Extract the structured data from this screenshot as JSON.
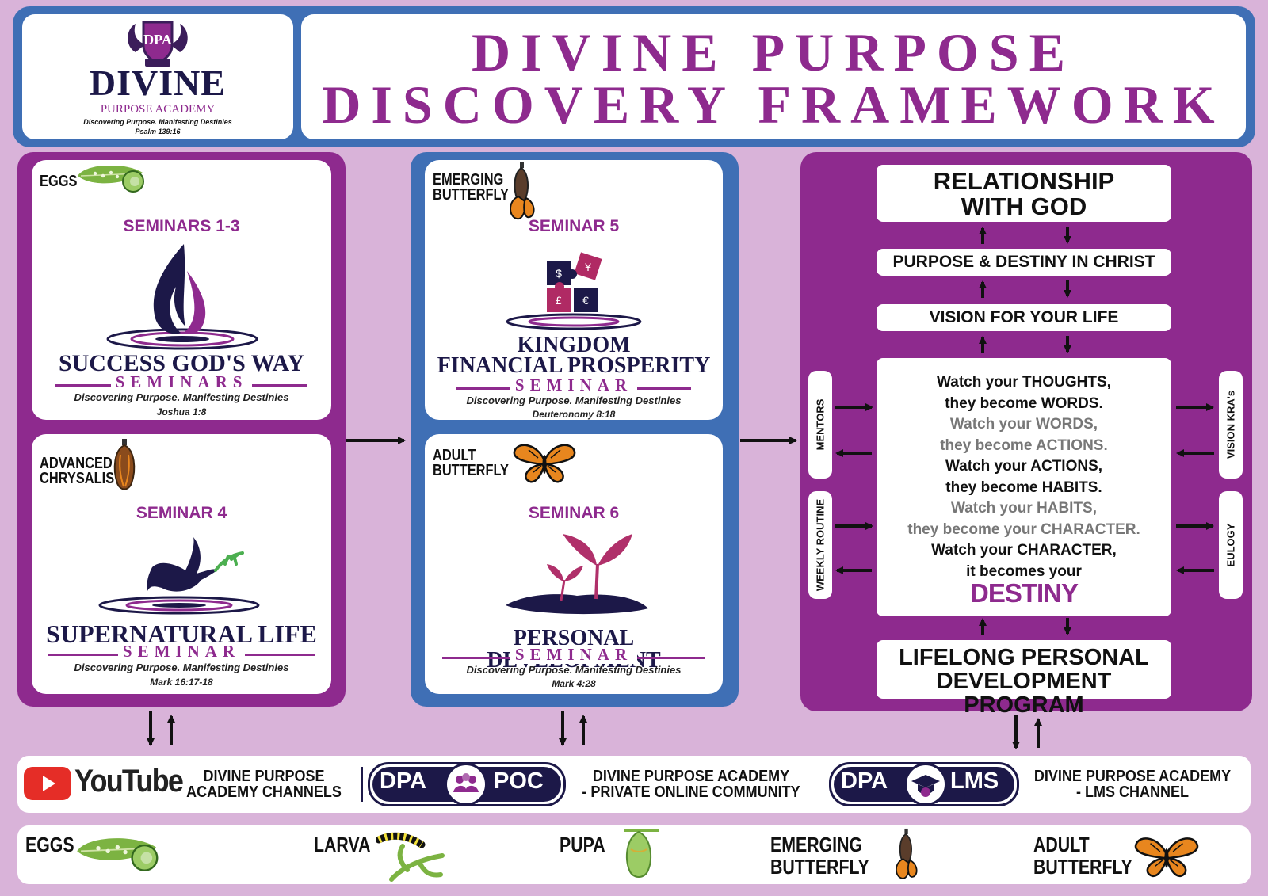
{
  "header": {
    "logo": {
      "brand": "DIVINE",
      "subbrand": "PURPOSE ACADEMY",
      "tagline": "Discovering Purpose. Manifesting Destinies",
      "verse": "Psalm 139:16",
      "monogram": "DPA"
    },
    "title_line1": "DIVINE PURPOSE",
    "title_line2": "DISCOVERY FRAMEWORK"
  },
  "seminars": {
    "s13": {
      "stage": "EGGS",
      "number": "SEMINARS 1-3",
      "name": "SUCCESS GOD'S WAY",
      "word": "SEMINARS",
      "tagline": "Discovering Purpose. Manifesting Destinies",
      "verse": "Joshua 1:8"
    },
    "s4": {
      "stage_line1": "ADVANCED",
      "stage_line2": "CHRYSALIS",
      "number": "SEMINAR 4",
      "name": "SUPERNATURAL LIFE",
      "word": "SEMINAR",
      "tagline": "Discovering Purpose. Manifesting Destinies",
      "verse": "Mark 16:17-18"
    },
    "s5": {
      "stage_line1": "EMERGING",
      "stage_line2": "BUTTERFLY",
      "number": "SEMINAR 5",
      "name_line1": "KINGDOM",
      "name_line2": "FINANCIAL PROSPERITY",
      "word": "SEMINAR",
      "tagline": "Discovering Purpose. Manifesting Destinies",
      "verse": "Deuteronomy 8:18"
    },
    "s6": {
      "stage_line1": "ADULT",
      "stage_line2": "BUTTERFLY",
      "number": "SEMINAR 6",
      "name": "PERSONAL DEVELOPMENT",
      "word": "SEMINAR",
      "tagline": "Discovering Purpose. Manifesting Destinies",
      "verse": "Mark 4:28"
    }
  },
  "framework": {
    "relationship_line1": "RELATIONSHIP",
    "relationship_line2": "WITH GOD",
    "purpose": "PURPOSE & DESTINY IN CHRIST",
    "vision": "VISION FOR YOUR LIFE",
    "quote": [
      "Watch your THOUGHTS,",
      "they become WORDS.",
      "Watch your WORDS,",
      "they become ACTIONS.",
      "Watch your ACTIONS,",
      "they become HABITS.",
      "Watch your HABITS,",
      "they become your CHARACTER.",
      "Watch your CHARACTER,",
      "it becomes your"
    ],
    "destiny": "DESTINY",
    "lifelong_line1": "LIFELONG PERSONAL",
    "lifelong_line2": "DEVELOPMENT PROGRAM",
    "left_labels": [
      "MENTORS",
      "WEEKLY ROUTINE"
    ],
    "right_labels": [
      "VISION KRA's",
      "EULOGY"
    ]
  },
  "channels": {
    "youtube_word": "YouTube",
    "youtube_line1": "DIVINE PURPOSE",
    "youtube_line2": "ACADEMY CHANNELS",
    "poc_left": "DPA",
    "poc_right": "POC",
    "poc_line1": "DIVINE PURPOSE ACADEMY",
    "poc_line2": "- PRIVATE ONLINE COMMUNITY",
    "lms_left": "DPA",
    "lms_right": "LMS",
    "lms_line1": "DIVINE PURPOSE ACADEMY",
    "lms_line2": "- LMS CHANNEL"
  },
  "lifecycle": {
    "eggs": "EGGS",
    "larva": "LARVA",
    "pupa": "PUPA",
    "emerging_line1": "EMERGING",
    "emerging_line2": "BUTTERFLY",
    "adult_line1": "ADULT",
    "adult_line2": "BUTTERFLY"
  },
  "colors": {
    "purple": "#8e2a8e",
    "blue": "#3f6fb5",
    "navy": "#1c1848",
    "lilac_bg": "#d9b3d9",
    "youtube_red": "#e52d27"
  },
  "icons": [
    "eggs-leaf-icon",
    "chrysalis-icon",
    "emerging-butterfly-icon",
    "monarch-butterfly-icon",
    "flame-logo-icon",
    "dove-icon",
    "puzzle-icon",
    "sprout-icon",
    "youtube-icon",
    "community-icon",
    "graduate-icon",
    "caterpillar-icon"
  ]
}
